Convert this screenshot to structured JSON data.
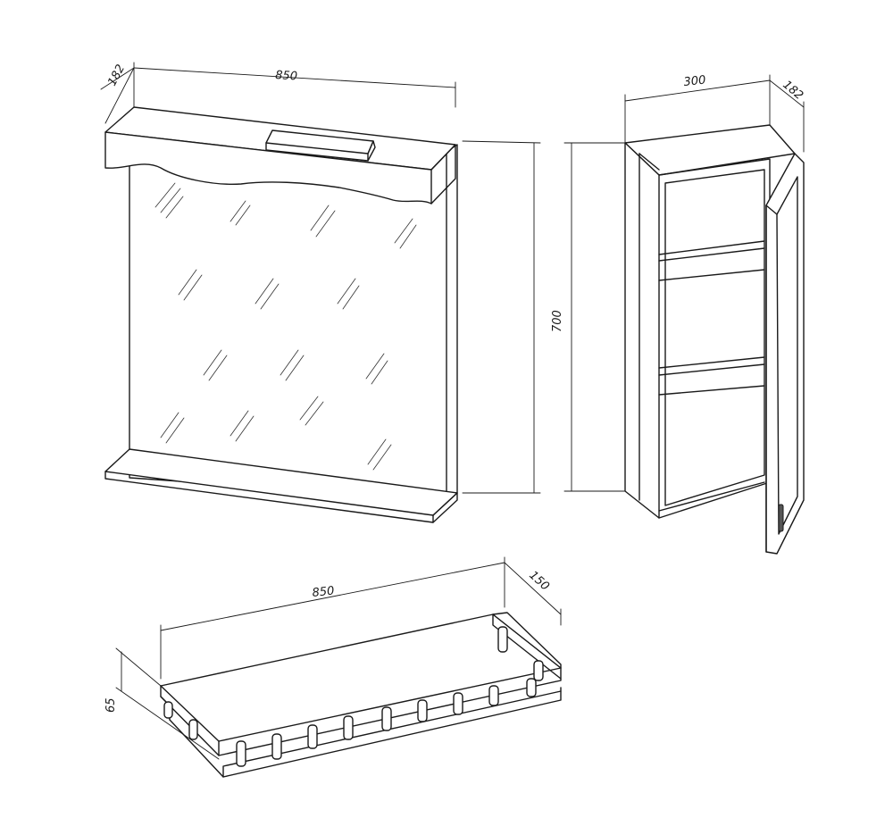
{
  "dimensions": {
    "mirror": {
      "depth": "182",
      "width": "850",
      "height": "700"
    },
    "cabinet": {
      "width": "300",
      "depth": "182"
    },
    "shelf": {
      "width": "850",
      "depth": "150",
      "height": "65"
    }
  }
}
